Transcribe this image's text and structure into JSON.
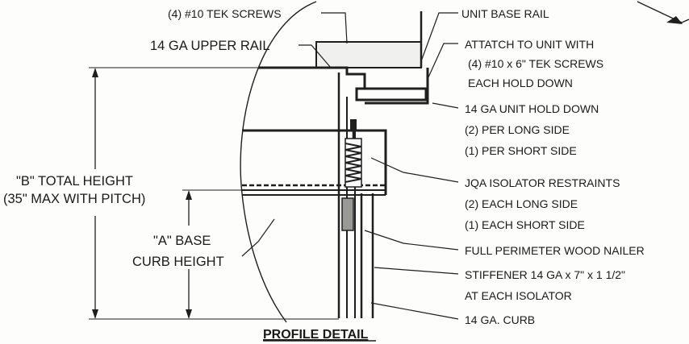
{
  "diagram": {
    "title": "PROFILE DETAIL",
    "callouts": {
      "tek_screws": "(4) #10 TEK SCREWS",
      "upper_rail": "14 GA UPPER RAIL",
      "unit_base_rail": "UNIT BASE RAIL",
      "attach_line1": "ATTATCH TO UNIT WITH",
      "attach_line2": "(4) #10 x 6\" TEK SCREWS",
      "attach_line3": "EACH HOLD DOWN",
      "hold_down_line1": "14 GA UNIT HOLD DOWN",
      "hold_down_line2": "(2) PER LONG SIDE",
      "hold_down_line3": "(1) PER SHORT SIDE",
      "restraints_line1": "JQA ISOLATOR RESTRAINTS",
      "restraints_line2": "(2) EACH LONG SIDE",
      "restraints_line3": "(1) EACH SHORT SIDE",
      "nailer": "FULL PERIMETER WOOD NAILER",
      "stiffener_line1": "STIFFENER 14 GA x 7\" x 1 1/2\"",
      "stiffener_line2": "AT EACH ISOLATOR",
      "curb": "14 GA. CURB"
    },
    "dimensions": {
      "total_height_line1": "\"B\" TOTAL HEIGHT",
      "total_height_line2": "(35\" MAX WITH PITCH)",
      "base_height_line1": "\"A\" BASE",
      "base_height_line2": "CURB HEIGHT"
    }
  }
}
